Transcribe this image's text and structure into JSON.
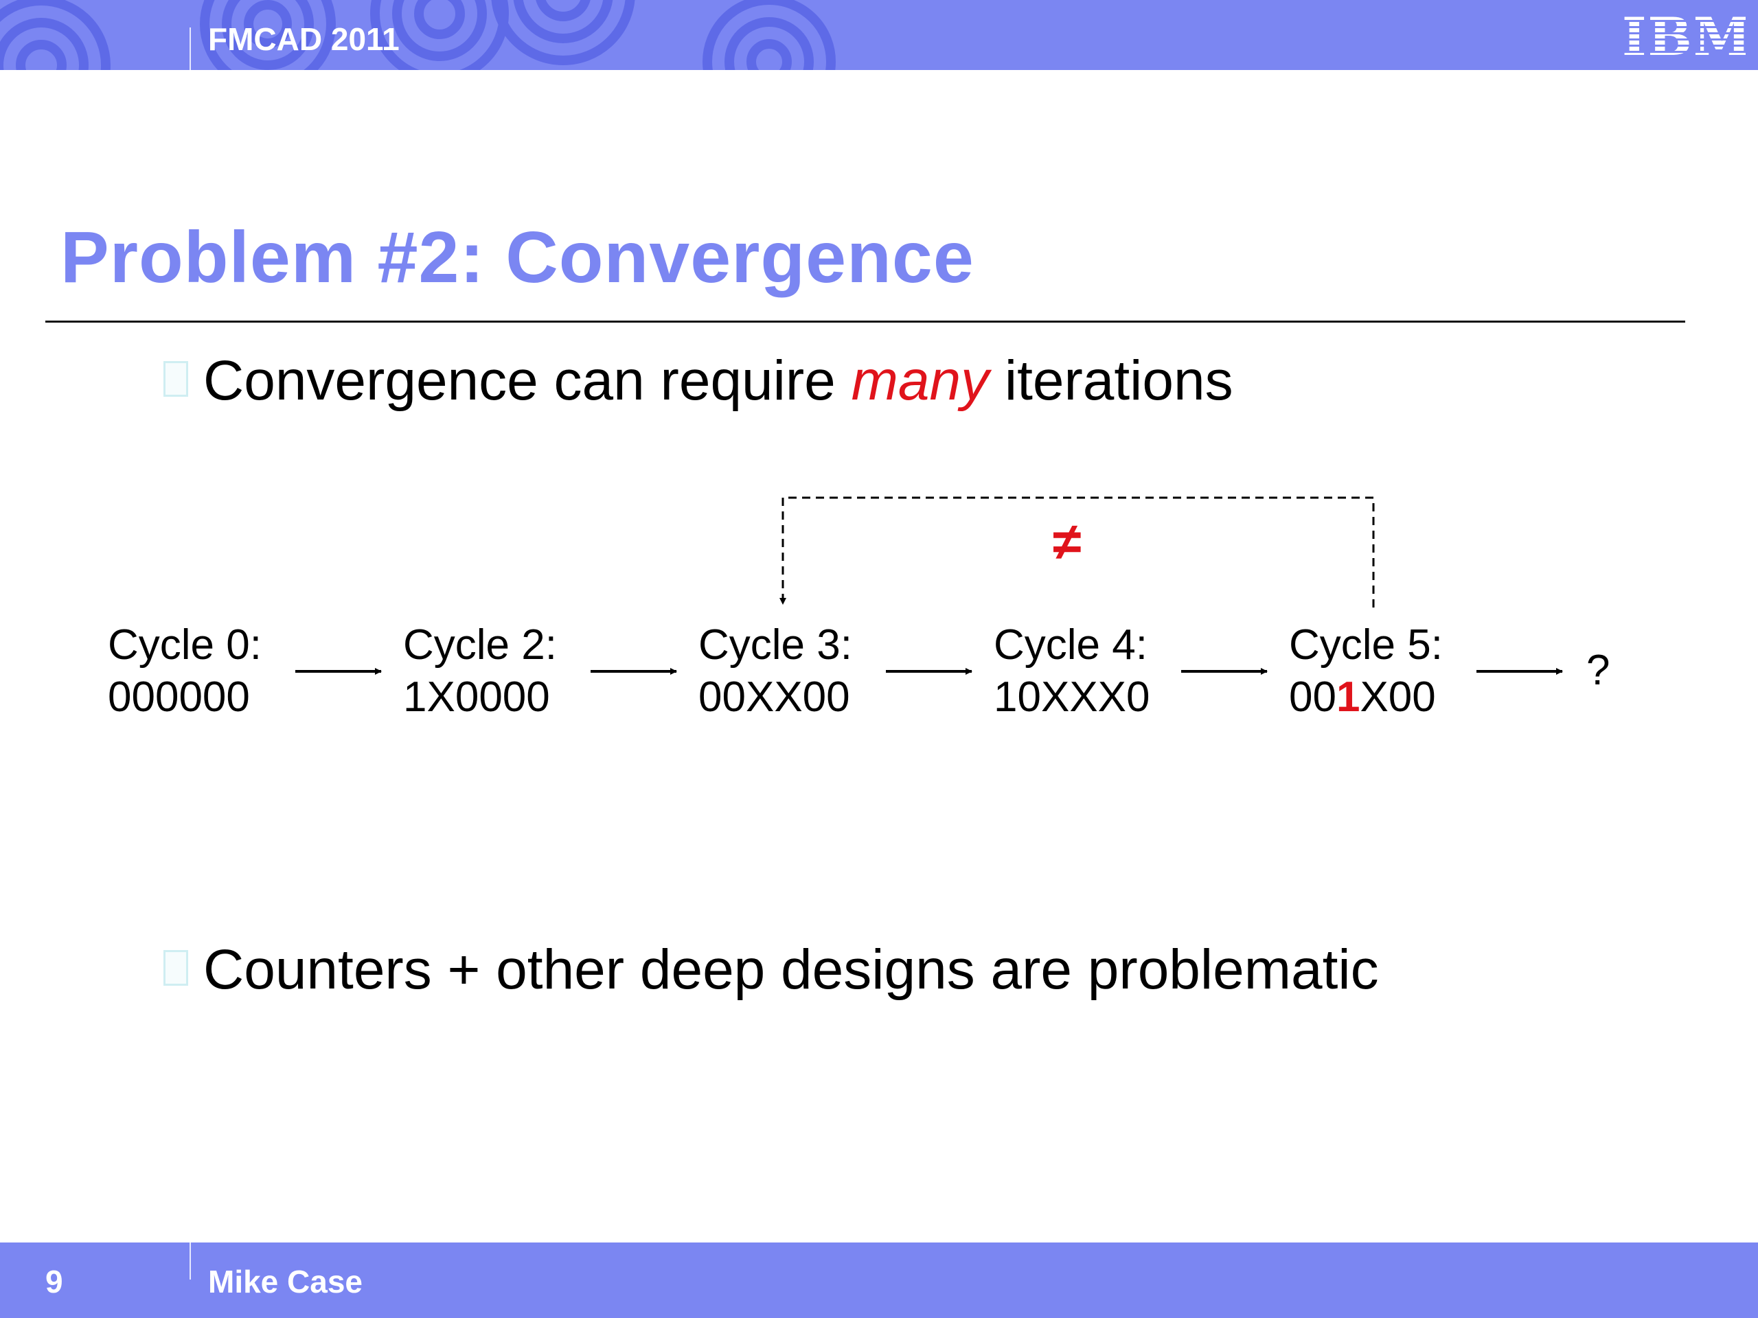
{
  "header": {
    "conference": "FMCAD 2011",
    "logo_text": "IBM",
    "bar_color": "#7b86f2"
  },
  "slide": {
    "title": "Problem #2: Convergence",
    "bullets": [
      {
        "before": "Convergence can require ",
        "emphasis": "many",
        "after": " iterations"
      },
      {
        "text": "Counters + other deep designs are problematic"
      }
    ],
    "accent_color": "#e0131b"
  },
  "diagram": {
    "cycles": [
      {
        "label": "Cycle 0:",
        "value": "000000"
      },
      {
        "label": "Cycle 2:",
        "value": "1X0000"
      },
      {
        "label": "Cycle 3:",
        "value": "00XX00"
      },
      {
        "label": "Cycle 4:",
        "value": "10XXX0"
      },
      {
        "label": "Cycle 5:",
        "value_prefix": "00",
        "value_highlight": "1",
        "value_suffix": "X00"
      }
    ],
    "comparison_symbol": "≠",
    "next_label": "?"
  },
  "footer": {
    "page_number": "9",
    "author": "Mike Case"
  }
}
